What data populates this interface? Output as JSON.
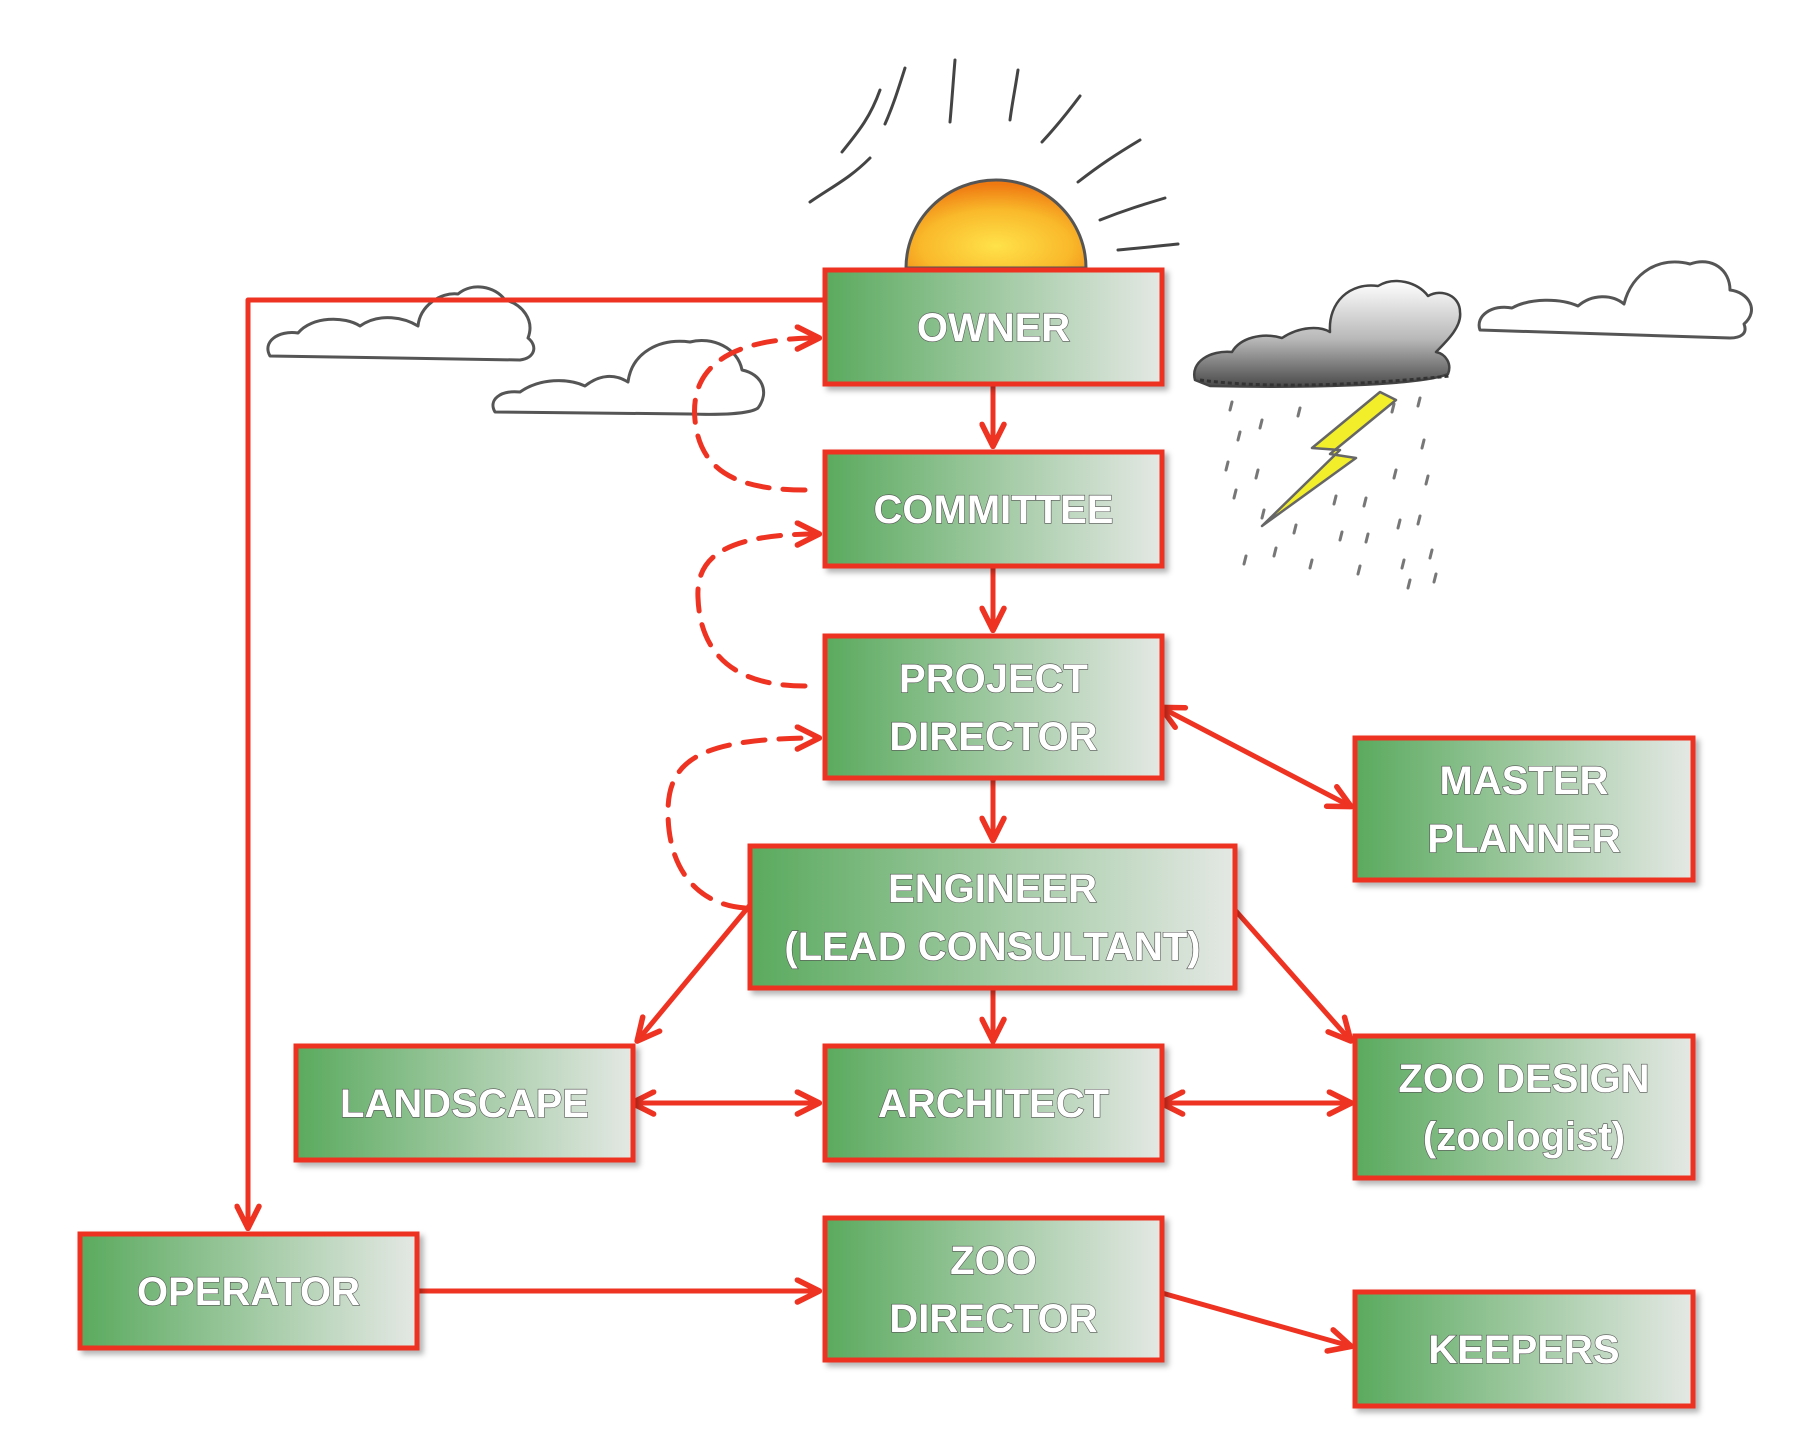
{
  "nodes": [
    {
      "id": "owner",
      "lines": [
        "OWNER"
      ]
    },
    {
      "id": "committee",
      "lines": [
        "COMMITTEE"
      ]
    },
    {
      "id": "project-director",
      "lines": [
        "PROJECT",
        "DIRECTOR"
      ]
    },
    {
      "id": "master-planner",
      "lines": [
        "MASTER",
        "PLANNER"
      ]
    },
    {
      "id": "engineer",
      "lines": [
        "ENGINEER",
        "(LEAD CONSULTANT)"
      ]
    },
    {
      "id": "landscape",
      "lines": [
        "LANDSCAPE"
      ]
    },
    {
      "id": "architect",
      "lines": [
        "ARCHITECT"
      ]
    },
    {
      "id": "zoo-design",
      "lines": [
        "ZOO DESIGN",
        "(zoologist)"
      ]
    },
    {
      "id": "operator",
      "lines": [
        "OPERATOR"
      ]
    },
    {
      "id": "zoo-director",
      "lines": [
        "ZOO",
        "DIRECTOR"
      ]
    },
    {
      "id": "keepers",
      "lines": [
        "KEEPERS"
      ]
    }
  ],
  "edges": [
    {
      "from": "owner",
      "to": "committee",
      "style": "solid",
      "direction": "forward"
    },
    {
      "from": "committee",
      "to": "project-director",
      "style": "solid",
      "direction": "forward"
    },
    {
      "from": "project-director",
      "to": "engineer",
      "style": "solid",
      "direction": "forward"
    },
    {
      "from": "project-director",
      "to": "master-planner",
      "style": "solid",
      "direction": "both"
    },
    {
      "from": "engineer",
      "to": "landscape",
      "style": "solid",
      "direction": "forward"
    },
    {
      "from": "engineer",
      "to": "architect",
      "style": "solid",
      "direction": "forward"
    },
    {
      "from": "engineer",
      "to": "zoo-design",
      "style": "solid",
      "direction": "forward"
    },
    {
      "from": "landscape",
      "to": "architect",
      "style": "solid",
      "direction": "both"
    },
    {
      "from": "architect",
      "to": "zoo-design",
      "style": "solid",
      "direction": "both"
    },
    {
      "from": "owner",
      "to": "operator",
      "style": "solid",
      "direction": "forward"
    },
    {
      "from": "operator",
      "to": "zoo-director",
      "style": "solid",
      "direction": "forward"
    },
    {
      "from": "zoo-director",
      "to": "keepers",
      "style": "solid",
      "direction": "forward"
    },
    {
      "from": "committee",
      "to": "owner",
      "style": "dashed",
      "direction": "forward"
    },
    {
      "from": "project-director",
      "to": "committee",
      "style": "dashed",
      "direction": "forward"
    },
    {
      "from": "engineer",
      "to": "project-director",
      "style": "dashed",
      "direction": "forward"
    }
  ],
  "decorations": [
    "sun",
    "cloud",
    "cloud",
    "storm-cloud",
    "lightning-bolt",
    "rain",
    "cloud"
  ],
  "colors": {
    "accent": "#ee3322",
    "box_fill_start": "#5aaa5e",
    "box_fill_end": "#e4e8e4",
    "sun": "#f7a21c",
    "lightning": "#f2ee2a"
  }
}
